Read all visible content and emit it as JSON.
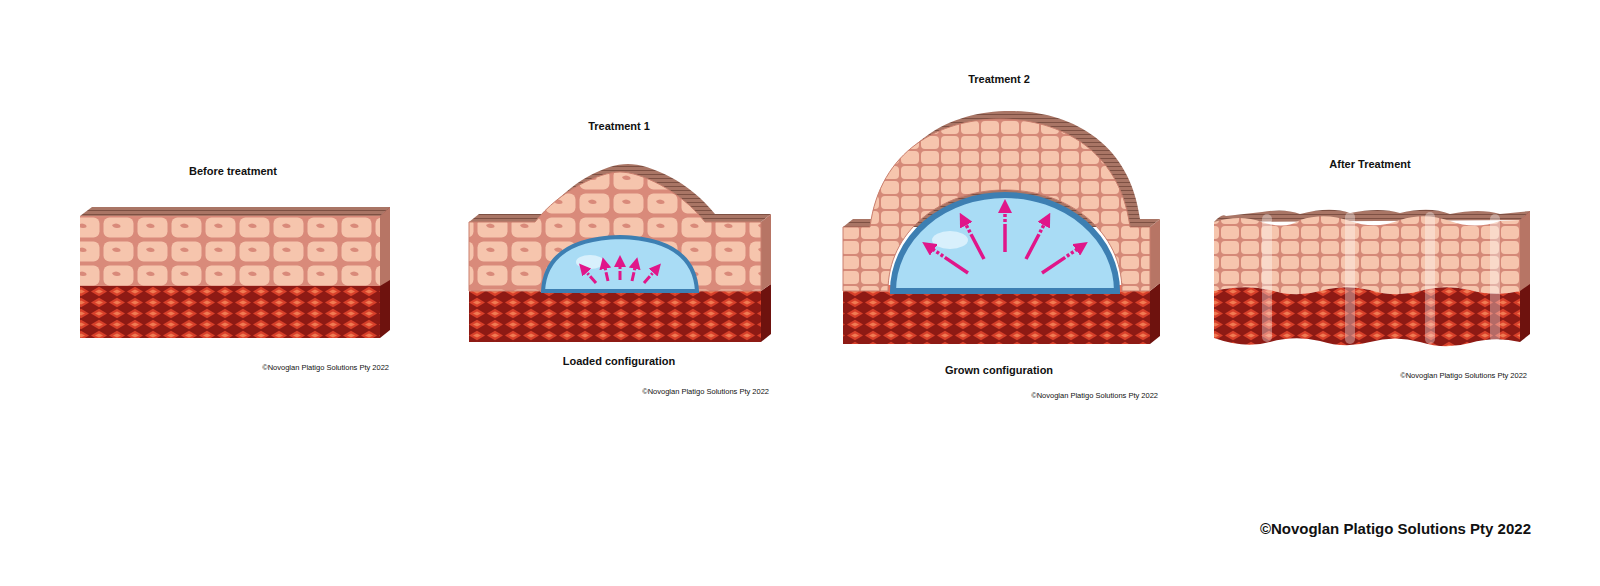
{
  "diagram": {
    "labels": [
      "Before treatment",
      "©Novoglan Platigo Solutions Pty 2022",
      "Treatment 1",
      "Loaded configuration",
      "©Novoglan Platigo Solutions Pty 2022",
      "Treatment 2",
      "Grown configuration",
      "©Novoglan Platigo Solutions Pty 2022",
      "After Treatment",
      "©Novoglan Platigo Solutions Pty 2022",
      "©Novoglan Platigo Solutions Pty 2022"
    ]
  }
}
